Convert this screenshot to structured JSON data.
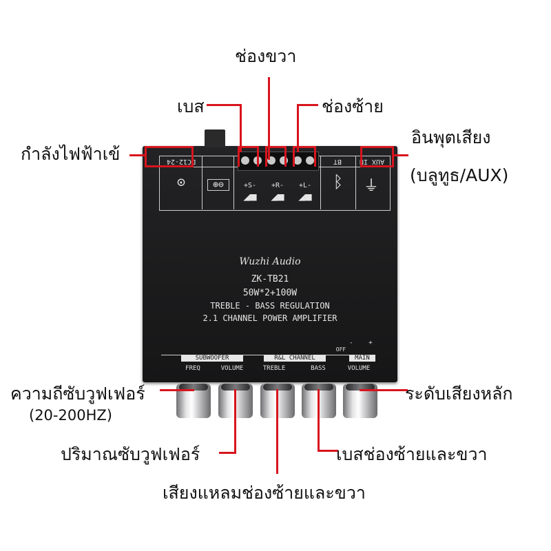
{
  "labels": {
    "right_channel": "ช่องขวา",
    "bass": "เบส",
    "left_channel": "ช่องซ้าย",
    "power_input": "กำลังไฟฟ้าเข้",
    "audio_input": "อินพุตเสียง",
    "audio_input_sub": "(บลูทูธ/AUX)",
    "sub_freq": "ความถีซับวูฟเฟอร์",
    "sub_freq_range": "(20-200HZ)",
    "sub_volume": "ปริมาณซับวูฟเฟอร์",
    "treble_lr": "เสียงแหลมช่องซ้ายและขวา",
    "bass_lr": "เบสช่องซ้ายและขวา",
    "main_volume": "ระดับเสียงหลัก"
  },
  "board": {
    "brand": "Wuzhi Audio",
    "model": "ZK-TB21",
    "power": "50W*2+100W",
    "feature": "TREBLE - BASS REGULATION",
    "type": "2.1 CHANNEL POWER AMPLIFIER",
    "dc_label": "DC12-24",
    "aux_label": "AUX IN",
    "bt_label": "BT",
    "speaker_s": "+S-",
    "speaker_r": "+R-",
    "speaker_l": "+L-",
    "group_sub": "SUBWOOFER",
    "group_rl": "R&L CHANNEL",
    "group_main": "MAIN",
    "off": "OFF",
    "minus": "-",
    "plus": "+",
    "knob_freq": "FREQ",
    "knob_volume": "VOLUME",
    "knob_treble": "TREBLE",
    "knob_bass": "BASS",
    "knob_main_volume": "VOLUME"
  },
  "colors": {
    "annotation_line": "#d8141d",
    "board": "#1c1c1e",
    "panel_text": "#e6e6e6"
  }
}
